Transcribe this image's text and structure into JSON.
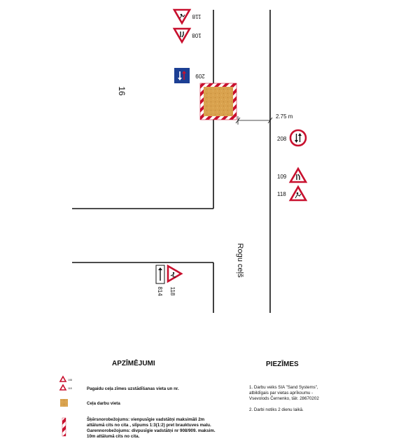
{
  "map": {
    "block_number": "16",
    "street_name": "Rogu ceļš",
    "dimension_label": "2.75 m",
    "signs_top": [
      {
        "code": "118",
        "icon": "road-works-sign"
      },
      {
        "code": "108",
        "icon": "road-narrows-sign"
      },
      {
        "code": "209",
        "icon": "priority-over-oncoming-sign"
      }
    ],
    "signs_right": [
      {
        "code": "208",
        "icon": "give-way-oncoming-sign"
      },
      {
        "code": "109",
        "icon": "road-narrows-sign"
      },
      {
        "code": "118",
        "icon": "road-works-sign"
      }
    ],
    "signs_bottom": [
      {
        "code": "814",
        "icon": "lane-direction-plate"
      },
      {
        "code": "118",
        "icon": "road-works-sign"
      }
    ]
  },
  "legend": {
    "title": "APZĪMĒJUMI",
    "items": [
      {
        "text": "Pagaidu ceļa zīmes uzstādīšanas vieta un nr.",
        "icon": "sign-location-icon",
        "icon_codes": [
          "108",
          "118"
        ]
      },
      {
        "text": "Ceļa darbu vieta",
        "icon": "work-zone-icon"
      },
      {
        "lines": [
          "Šķērsnorobežojums: vienpusīgie vadstātņi maksimāli 2m",
          "attālumā cits no cita , slīpums 1:3(1:2) pret brauktuves malu.",
          "Garennorobežojums: divpusīgie vadstātņi nr 908/909. maksim.",
          "10m attālumā cits no cita."
        ],
        "icon": "barrier-icon"
      }
    ]
  },
  "notes": {
    "title": "PIEZĪMES",
    "items": [
      [
        "1. Darbu veiks SIA \"Sand Systems\",",
        "atbildīgais par vietas aprīkoumu -",
        "Vsevolods Černenko, tālr. 28670202"
      ],
      [
        "2. Darbi notiks  2 dienu laikā."
      ]
    ]
  },
  "colors": {
    "line": "#111111",
    "sign_red": "#c8102e",
    "sign_blue": "#1c3f94",
    "sand": "#d9a24e",
    "text": "#111111"
  }
}
